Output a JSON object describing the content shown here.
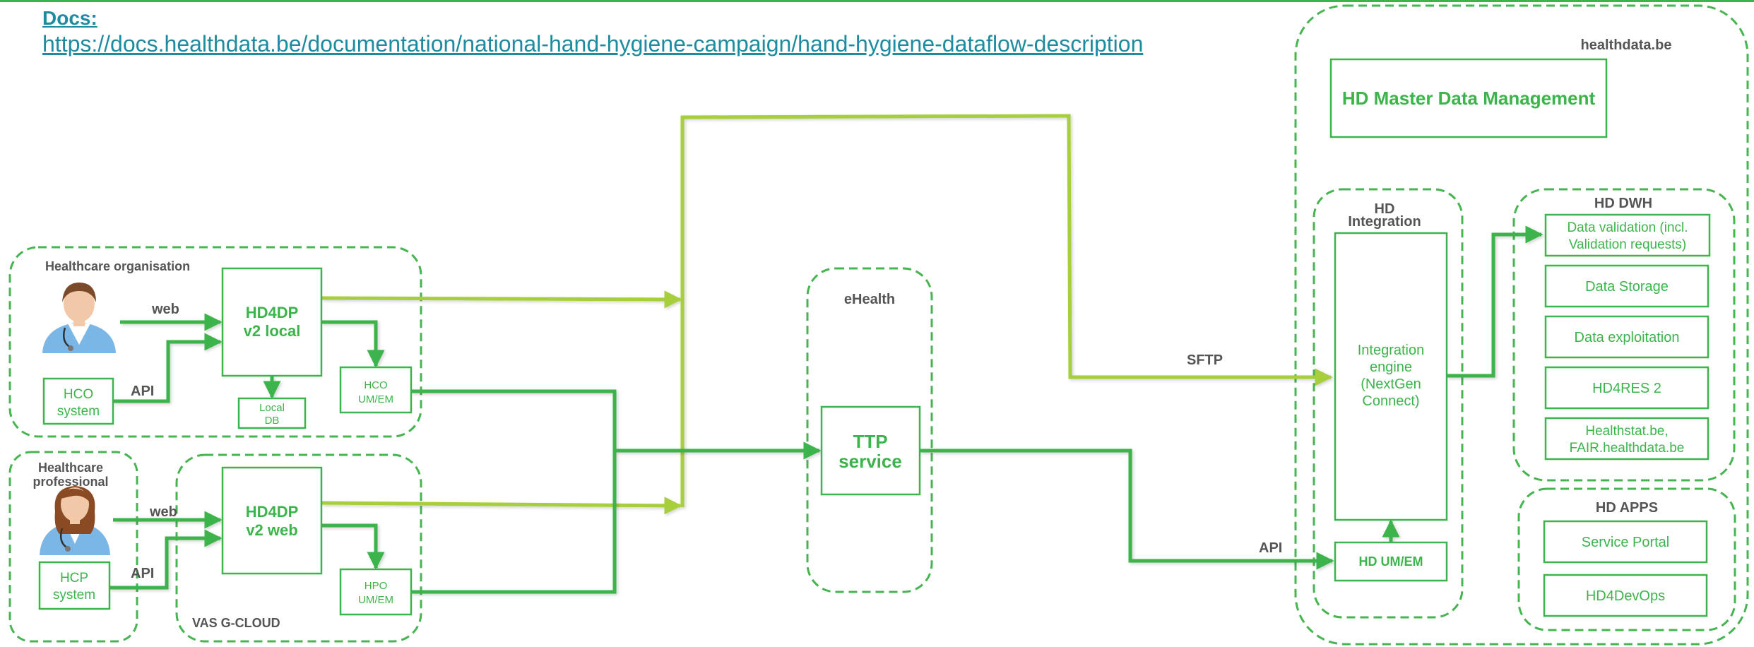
{
  "docs": {
    "label": "Docs:",
    "url": "https://docs.healthdata.be/documentation/national-hand-hygiene-campaign/hand-hygiene-dataflow-description"
  },
  "colors": {
    "green": "#3cb44b",
    "dark_green": "#2ca84a",
    "light_green": "#a6cf3a",
    "dashed_border": "#46b450",
    "group_label": "#555555",
    "link": "#1e8ca0"
  },
  "icons": {
    "healthcare_organisation": "male-doctor-icon",
    "healthcare_professional": "female-doctor-icon"
  },
  "groups": {
    "hco": "Healthcare organisation",
    "hcp_line1": "Healthcare",
    "hcp_line2": "professional",
    "vas": "VAS G-CLOUD",
    "ehealth": "eHealth",
    "healthdata": "healthdata.be",
    "hd_integration_line1": "HD",
    "hd_integration_line2": "Integration",
    "hd_dwh": "HD DWH",
    "hd_apps": "HD APPS"
  },
  "boxes": {
    "hco_system_1": "HCO",
    "hco_system_2": "system",
    "hd4dp_local_1": "HD4DP",
    "hd4dp_local_2": "v2 local",
    "local_db_1": "Local",
    "local_db_2": "DB",
    "hco_umem_1": "HCO",
    "hco_umem_2": "UM/EM",
    "hcp_system_1": "HCP",
    "hcp_system_2": "system",
    "hd4dp_web_1": "HD4DP",
    "hd4dp_web_2": "v2 web",
    "hpo_umem_1": "HPO",
    "hpo_umem_2": "UM/EM",
    "ttp_1": "TTP",
    "ttp_2": "service",
    "hd_mdm": "HD Master Data Management",
    "integration_1": "Integration",
    "integration_2": "engine",
    "integration_3": "(NextGen",
    "integration_4": "Connect)",
    "hd_umem": "HD UM/EM",
    "dwh_validation_1": "Data validation (incl.",
    "dwh_validation_2": "Validation requests)",
    "dwh_storage": "Data Storage",
    "dwh_exploitation": "Data exploitation",
    "dwh_hd4res": "HD4RES 2",
    "dwh_healthstat_1": "Healthstat.be,",
    "dwh_healthstat_2": "FAIR.healthdata.be",
    "apps_service_portal": "Service Portal",
    "apps_hd4devops": "HD4DevOps"
  },
  "edge_labels": {
    "web_hco": "web",
    "api_hco": "API",
    "web_hcp": "web",
    "api_hcp": "API",
    "sftp": "SFTP",
    "api_hd": "API"
  }
}
